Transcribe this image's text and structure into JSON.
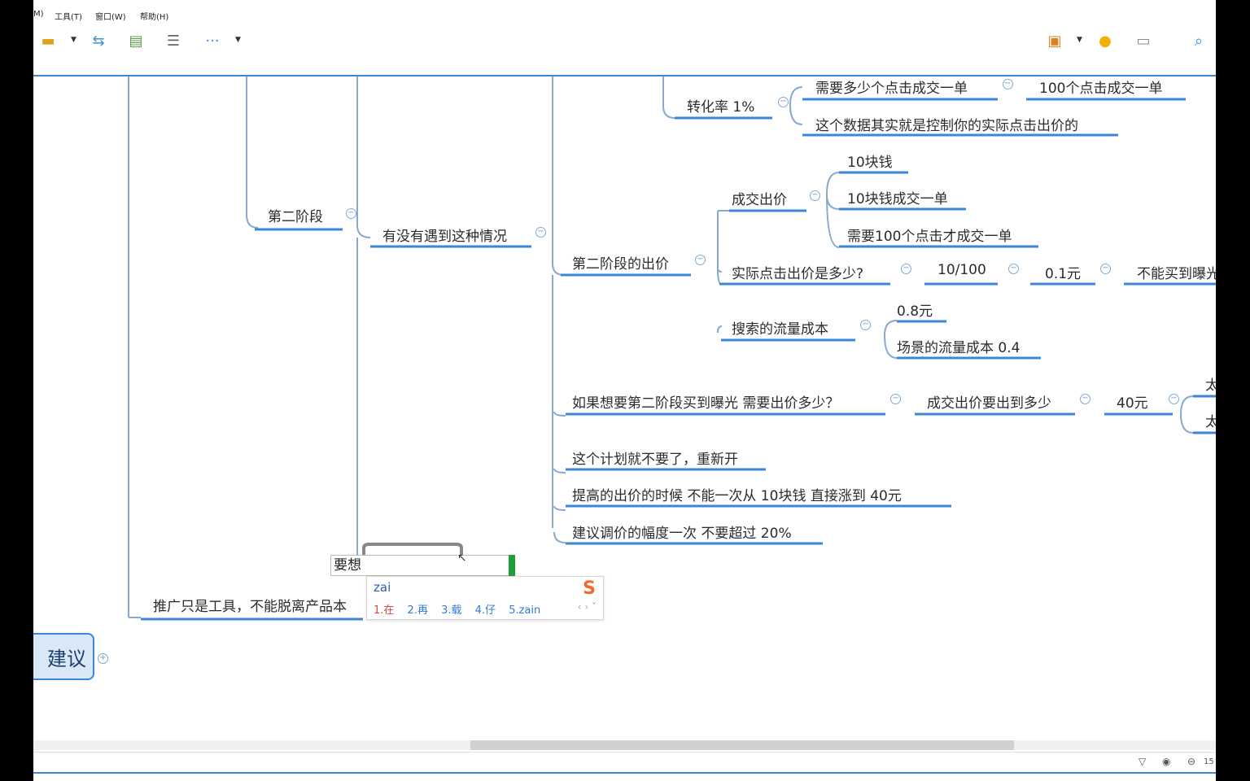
{
  "menubar": {
    "items": [
      "M)",
      "工具(T)",
      "窗口(W)",
      "帮助(H)"
    ]
  },
  "toolbar": {
    "icons": [
      "save-icon",
      "sync-icon",
      "map-icon",
      "outline-icon",
      "more-icon",
      "presentation-icon",
      "idea-bulb-icon",
      "panel-icon",
      "search-icon"
    ],
    "more_label": "···"
  },
  "topics": {
    "stage2": "第二阶段",
    "encounter": "有没有遇到这种情况",
    "conversion": "转化率 1%",
    "clicks_needed": "需要多少个点击成交一单",
    "hundred_clicks": "100个点击成交一单",
    "data_control": "这个数据其实就是控制你的实际点击出价的",
    "stage2_bid": "第二阶段的出价",
    "deal_bid": "成交出价",
    "ten_yuan": "10块钱",
    "ten_yuan_deal": "10块钱成交一单",
    "need_100_clicks": "需要100个点击才成交一单",
    "actual_click_bid": "实际点击出价是多少?",
    "ratio": "10/100",
    "point_one": "0.1元",
    "cannot_buy": "不能买到曝光",
    "search_cost": "搜索的流量成本",
    "point_eight": "0.8元",
    "scene_cost": "场景的流量成本 0.4",
    "exposure_question": "如果想要第二阶段买到曝光  需要出价多少？",
    "deal_bid_amount": "成交出价要出到多少",
    "forty_yuan": "40元",
    "edge_a": "太",
    "edge_b": "太",
    "drop_plan": "这个计划就不要了，重新开",
    "raise_bid": "提高的出价的时候  不能一次从 10块钱 直接涨到 40元",
    "adjust_range": "建议调价的幅度一次 不要超过 20%",
    "promotion_tool": "推广只是工具，不能脱离产品本",
    "central": "建议"
  },
  "editing": {
    "text": "要想",
    "ime_input": "zai",
    "candidates": [
      "1.在",
      "2.再",
      "3.载",
      "4.仔",
      "5.zain"
    ],
    "ime_nav": "‹ › ˅"
  },
  "statusbar": {
    "zoom_text": "15"
  },
  "colors": {
    "accent": "#3b87d6",
    "line": "#8aa8cc"
  }
}
